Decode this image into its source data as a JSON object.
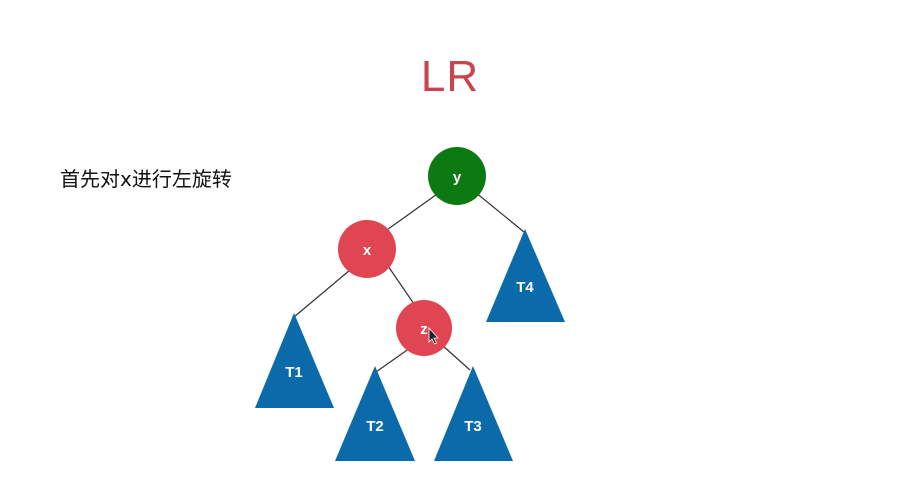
{
  "slide": {
    "title": "LR",
    "caption": "首先对x进行左旋转"
  },
  "tree": {
    "nodes": {
      "y": {
        "label": "y",
        "color": "#0b7a12"
      },
      "x": {
        "label": "x",
        "color": "#e04552"
      },
      "z": {
        "label": "z",
        "color": "#e04552"
      }
    },
    "subtrees": {
      "t1": {
        "label": "T1",
        "color": "#0a6aaa"
      },
      "t2": {
        "label": "T2",
        "color": "#0a6aaa"
      },
      "t3": {
        "label": "T3",
        "color": "#0a6aaa"
      },
      "t4": {
        "label": "T4",
        "color": "#0a6aaa"
      }
    },
    "edge_color": "#333333"
  },
  "cursor": {
    "icon": "mouse-pointer-icon"
  }
}
